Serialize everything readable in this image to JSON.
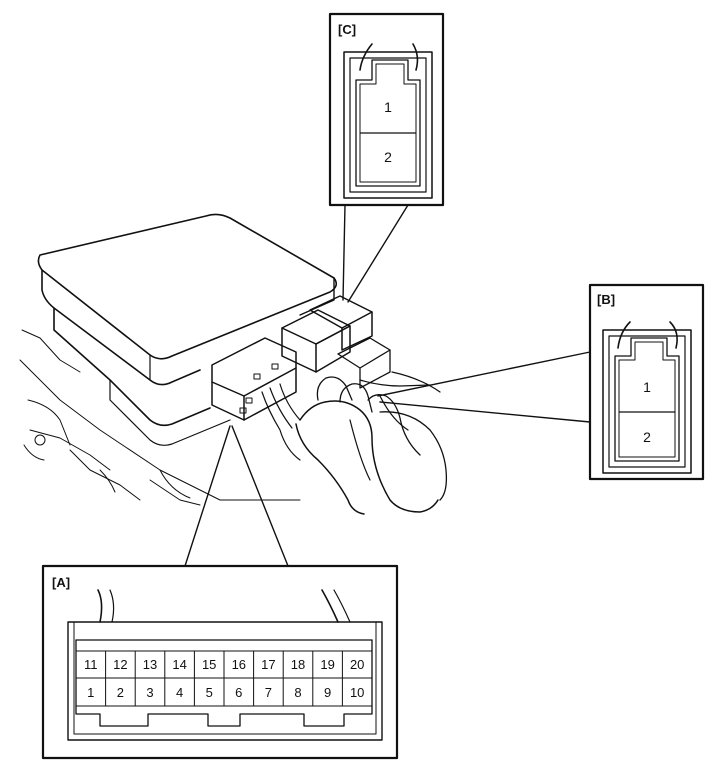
{
  "callouts": {
    "C": {
      "label": "[C]",
      "pins": [
        "1",
        "2"
      ]
    },
    "B": {
      "label": "[B]",
      "pins": [
        "1",
        "2"
      ]
    },
    "A": {
      "label": "[A]",
      "top_row": [
        "11",
        "12",
        "13",
        "14",
        "15",
        "16",
        "17",
        "18",
        "19",
        "20"
      ],
      "bottom_row": [
        "1",
        "2",
        "3",
        "4",
        "5",
        "6",
        "7",
        "8",
        "9",
        "10"
      ]
    }
  },
  "colors": {
    "line": "#111111",
    "background": "#ffffff"
  }
}
